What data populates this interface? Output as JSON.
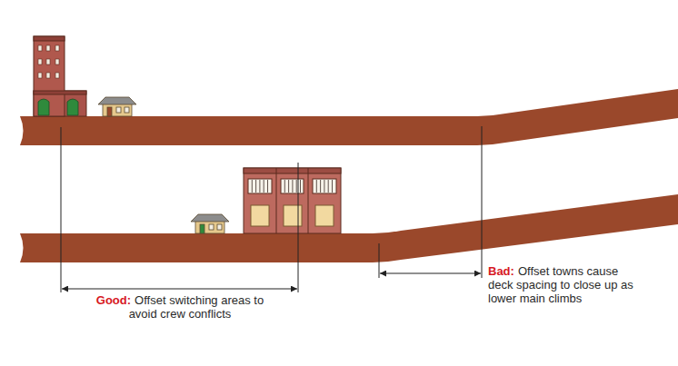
{
  "diagram": {
    "labels": [
      "Good:",
      "Offset switching areas to avoid crew conflicts",
      "Bad:",
      "Offset towns cause deck spacing to close up as lower main climbs"
    ]
  }
}
